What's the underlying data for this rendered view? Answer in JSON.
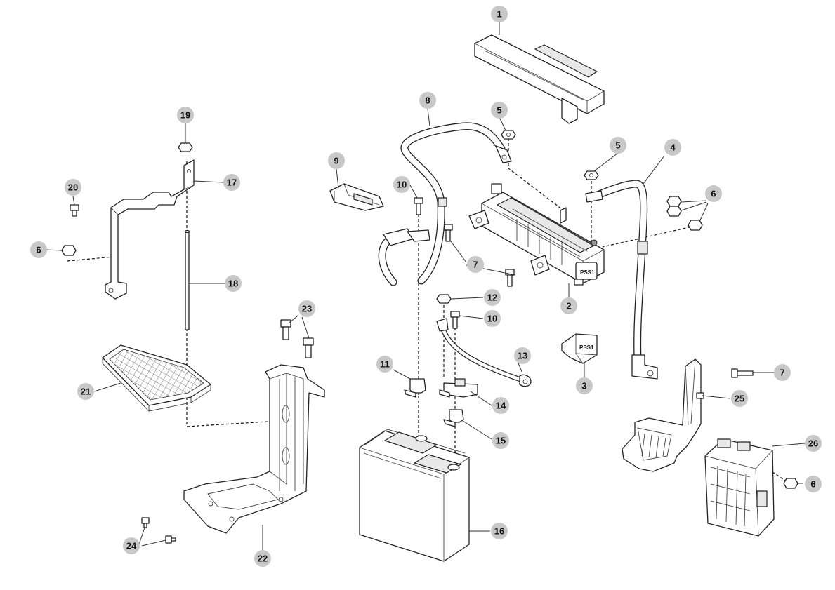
{
  "callouts": {
    "c1": "1",
    "c2": "2",
    "c3": "3",
    "c4": "4",
    "c5a": "5",
    "c5b": "5",
    "c6a": "6",
    "c6b": "6",
    "c6c": "6",
    "c7a": "7",
    "c7b": "7",
    "c8": "8",
    "c9": "9",
    "c10a": "10",
    "c10b": "10",
    "c11": "11",
    "c12": "12",
    "c13": "13",
    "c14": "14",
    "c15": "15",
    "c16": "16",
    "c17": "17",
    "c18": "18",
    "c19": "19",
    "c20": "20",
    "c21": "21",
    "c22": "22",
    "c23": "23",
    "c24": "24",
    "c25": "25",
    "c26": "26"
  },
  "part_labels": {
    "pss_fuse_box": "PSS1",
    "pss_relay": "PSS1"
  },
  "colors": {
    "badge_fill": "#c8c8c8",
    "line": "#222222",
    "background": "#ffffff"
  }
}
